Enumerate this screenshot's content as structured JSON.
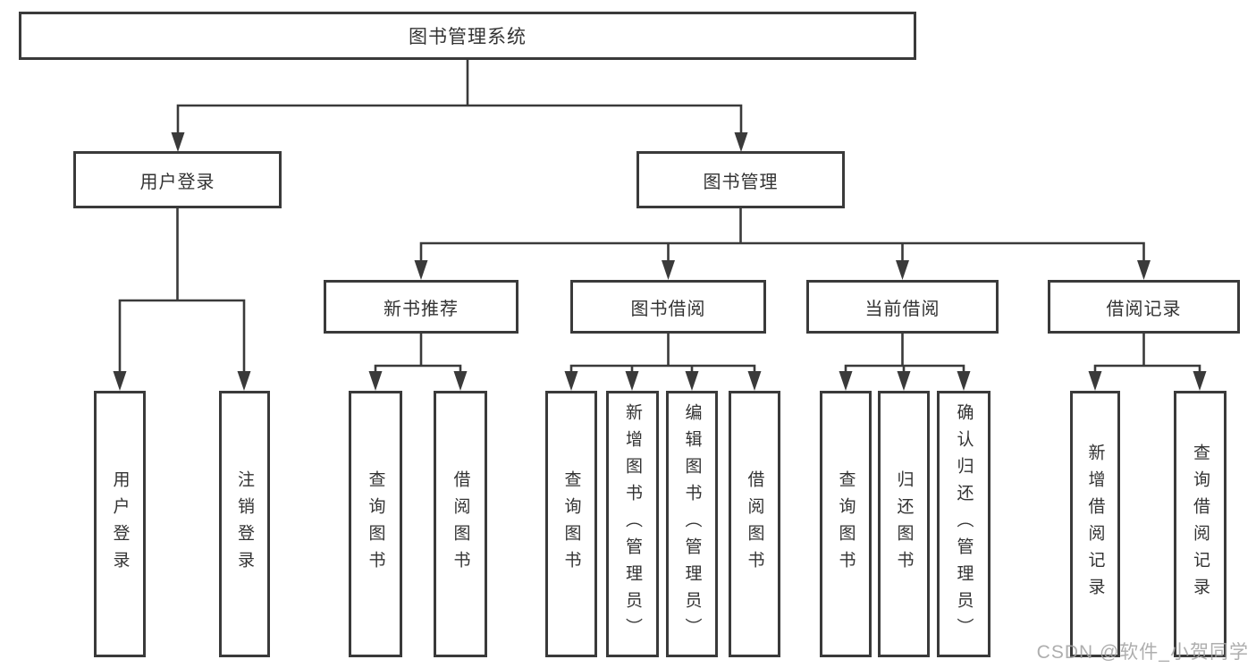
{
  "nodes": {
    "root": {
      "label": "图书管理系统"
    },
    "user_login": {
      "label": "用户登录"
    },
    "book_mgmt": {
      "label": "图书管理"
    },
    "new_book_rec": {
      "label": "新书推荐"
    },
    "book_borrow": {
      "label": "图书借阅"
    },
    "current_borrow": {
      "label": "当前借阅"
    },
    "borrow_records": {
      "label": "借阅记录"
    },
    "leaf_user_login": {
      "label": "用户登录"
    },
    "leaf_logout": {
      "label": "注销登录"
    },
    "leaf_query_book_1": {
      "label": "查询图书"
    },
    "leaf_borrow_book_1": {
      "label": "借阅图书"
    },
    "leaf_query_book_2": {
      "label": "查询图书"
    },
    "leaf_add_book": {
      "label": "新增图书（管理员）"
    },
    "leaf_edit_book": {
      "label": "编辑图书（管理员）"
    },
    "leaf_borrow_book_2": {
      "label": "借阅图书"
    },
    "leaf_query_book_3": {
      "label": "查询图书"
    },
    "leaf_return_book": {
      "label": "归还图书"
    },
    "leaf_confirm_return": {
      "label": "确认归还（管理员）"
    },
    "leaf_add_borrow_record": {
      "label": "新增借阅记录"
    },
    "leaf_query_borrow_record": {
      "label": "查询借阅记录"
    }
  },
  "hierarchy": {
    "root": [
      "user_login",
      "book_mgmt"
    ],
    "user_login": [
      "leaf_user_login",
      "leaf_logout"
    ],
    "book_mgmt": [
      "new_book_rec",
      "book_borrow",
      "current_borrow",
      "borrow_records"
    ],
    "new_book_rec": [
      "leaf_query_book_1",
      "leaf_borrow_book_1"
    ],
    "book_borrow": [
      "leaf_query_book_2",
      "leaf_add_book",
      "leaf_edit_book",
      "leaf_borrow_book_2"
    ],
    "current_borrow": [
      "leaf_query_book_3",
      "leaf_return_book",
      "leaf_confirm_return"
    ],
    "borrow_records": [
      "leaf_add_borrow_record",
      "leaf_query_borrow_record"
    ]
  },
  "watermark": {
    "text": "CSDN @软件_小贺同学"
  },
  "colors": {
    "line": "#3a3a3a",
    "text": "#333333",
    "background": "#ffffff",
    "watermark": "#a3a3a3"
  }
}
